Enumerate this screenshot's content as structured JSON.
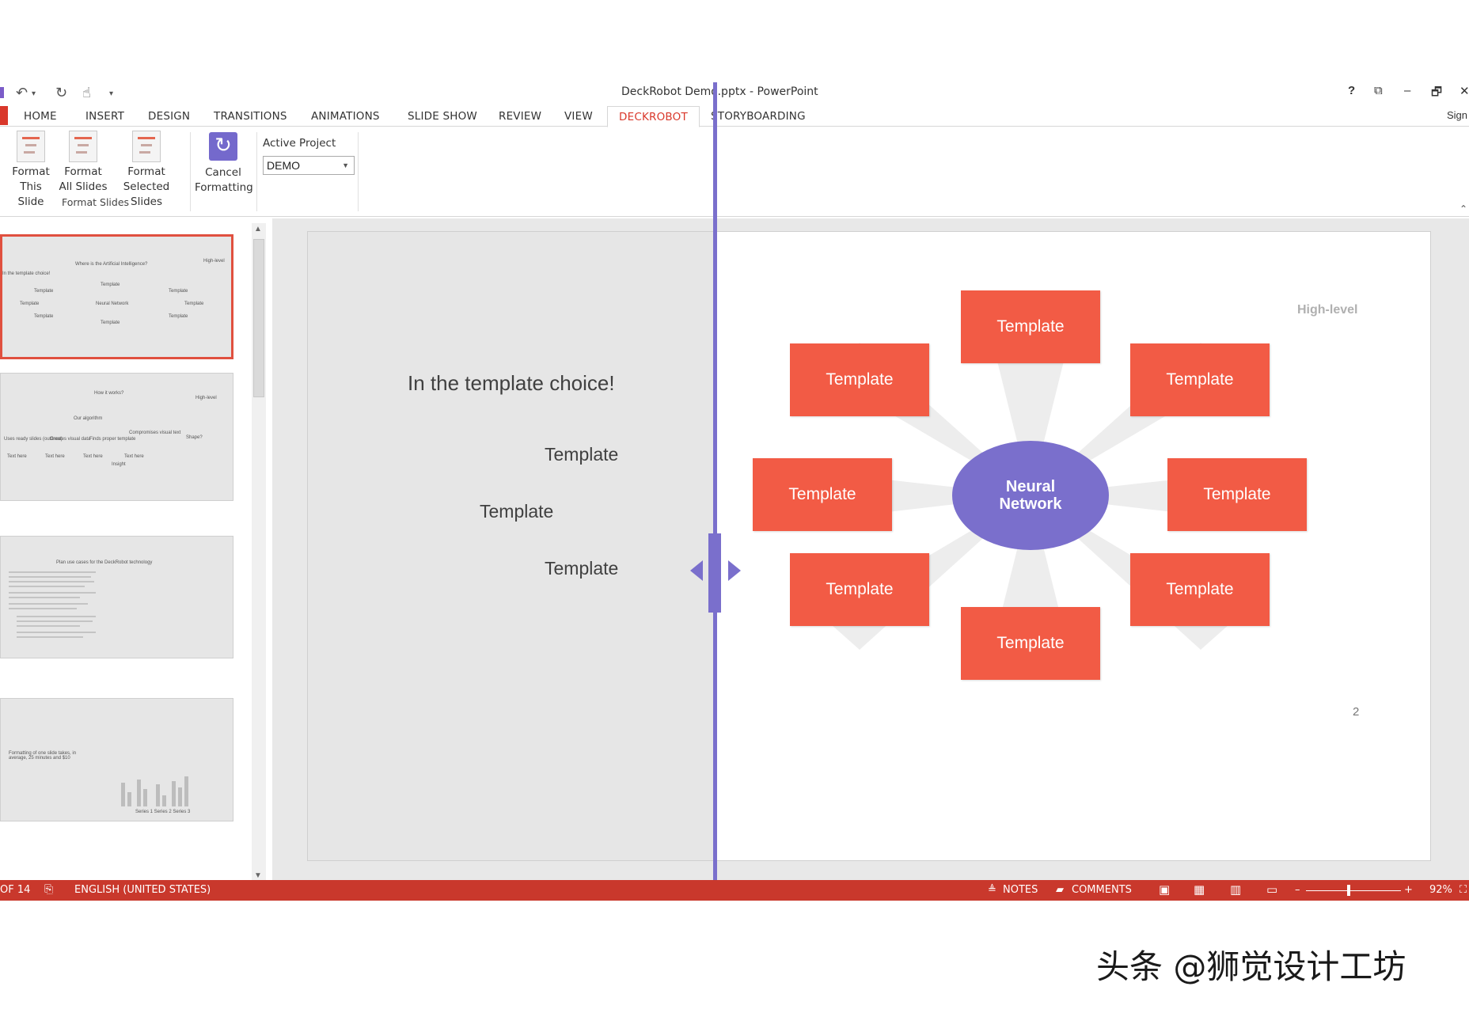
{
  "window": {
    "title": "DeckRobot Demo.pptx - PowerPoint",
    "buttons": {
      "help": "?",
      "ribbon_display": "⧉",
      "minimize": "–",
      "restore": "🗗",
      "close": "✕"
    },
    "sign_in": "Sign"
  },
  "quick_access": {
    "undo": "↶",
    "undo_more": "▾",
    "redo": "↻",
    "touch_mode": "☝",
    "customize": "▾"
  },
  "tabs": [
    "HOME",
    "INSERT",
    "DESIGN",
    "TRANSITIONS",
    "ANIMATIONS",
    "SLIDE SHOW",
    "REVIEW",
    "VIEW",
    "DECKROBOT",
    "STORYBOARDING"
  ],
  "active_tab": "DECKROBOT",
  "ribbon": {
    "format_this_slide": [
      "Format",
      "This Slide"
    ],
    "format_all_slides": [
      "Format",
      "All Slides"
    ],
    "format_selected_slides": [
      "Format",
      "Selected Slides"
    ],
    "cancel_formatting": [
      "Cancel",
      "Formatting"
    ],
    "cancel_icon": "↻",
    "group_label": "Format Slides",
    "active_project_label": "Active Project",
    "active_project_value": "DEMO",
    "collapse": "⌃"
  },
  "thumbnails": [
    {
      "title": "Where is the Artificial Intelligence?",
      "corner": "High-level",
      "subtitle": "In the template choice!",
      "labels": [
        "Template",
        "Template",
        "Template",
        "Template",
        "Neural Network",
        "Template",
        "Template",
        "Template",
        "Template"
      ]
    },
    {
      "title": "How it works?",
      "corner": "High-level",
      "labels": [
        "Our algorithm",
        "Uses ready slides (outlines)",
        "Creates visual data",
        "Finds proper template",
        "Compromises visual text",
        "Shape?",
        "Text here",
        "Text here",
        "Text here",
        "Text here",
        "Insight"
      ]
    },
    {
      "title": "Plan use cases for the DeckRobot technology"
    },
    {
      "caption": "Formatting of one slide takes, in average, 25 minutes and $10",
      "legend": "Series 1   Series 2   Series 3"
    }
  ],
  "slide": {
    "before_title": "In the template choice!",
    "before_labels": [
      "Template",
      "Template",
      "Template"
    ],
    "corner_label": "High-level",
    "center_node": [
      "Neural",
      "Network"
    ],
    "template_label": "Template",
    "page_number": "2"
  },
  "status": {
    "slide_counter": "OF 14",
    "language": "ENGLISH (UNITED STATES)",
    "notes": "NOTES",
    "comments": "COMMENTS",
    "zoom": "92%"
  },
  "watermark": "头条 @狮觉设计工坊",
  "colors": {
    "accent": "#7a6fcc",
    "template": "#f25b45",
    "statusbar": "#c9382c"
  }
}
